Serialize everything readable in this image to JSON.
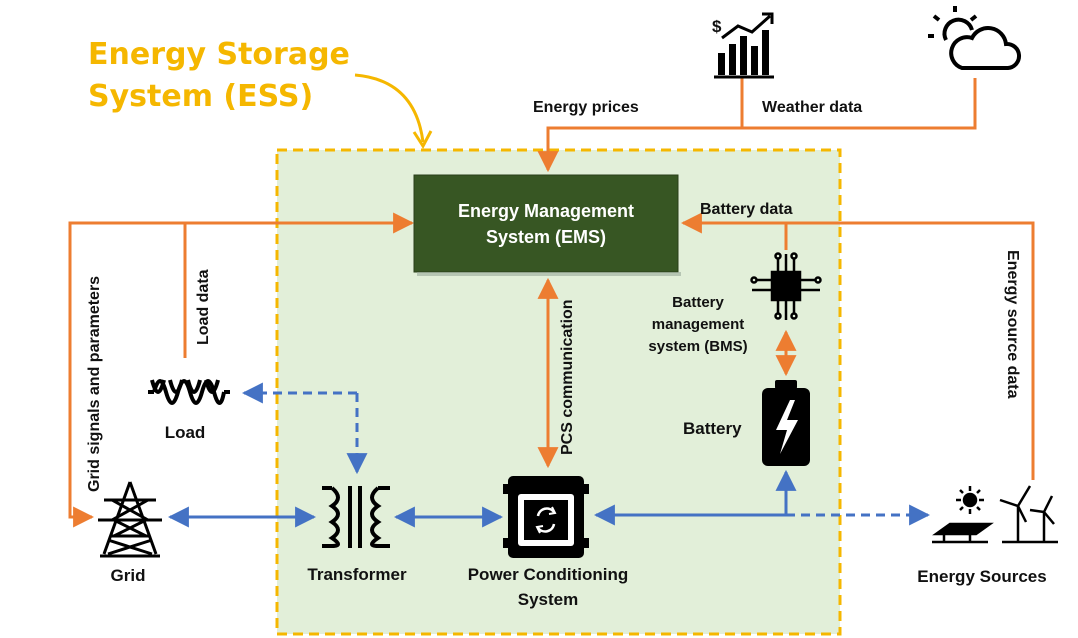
{
  "title": {
    "line1": "Energy Storage",
    "line2": "System (ESS)"
  },
  "ems": {
    "line1": "Energy Management",
    "line2": "System (EMS)"
  },
  "labels": {
    "energy_prices": "Energy prices",
    "weather_data": "Weather data",
    "battery_data": "Battery data",
    "load_data": "Load data",
    "grid_signals": "Grid signals and parameters",
    "energy_source_data": "Energy source data",
    "pcs_communication": "PCS communication",
    "bms_line1": "Battery",
    "bms_line2": "management",
    "bms_line3": "system (BMS)",
    "battery": "Battery",
    "load": "Load",
    "grid": "Grid",
    "transformer": "Transformer",
    "pcs_line1": "Power Conditioning",
    "pcs_line2": "System",
    "energy_sources": "Energy Sources",
    "dollar": "$"
  },
  "colors": {
    "title": "#f5b700",
    "ess_border": "#f5b700",
    "ess_fill": "#e2efd9",
    "ems_fill": "#375623",
    "ems_text": "#ffffff",
    "data_line": "#ed7d31",
    "power_line": "#4472c4",
    "icon": "#000000"
  },
  "icons": [
    "price-chart-icon",
    "weather-icon",
    "chip-icon",
    "battery-icon",
    "load-coil-icon",
    "grid-tower-icon",
    "transformer-icon",
    "power-conditioning-icon",
    "solar-icon",
    "wind-turbine-icon"
  ]
}
